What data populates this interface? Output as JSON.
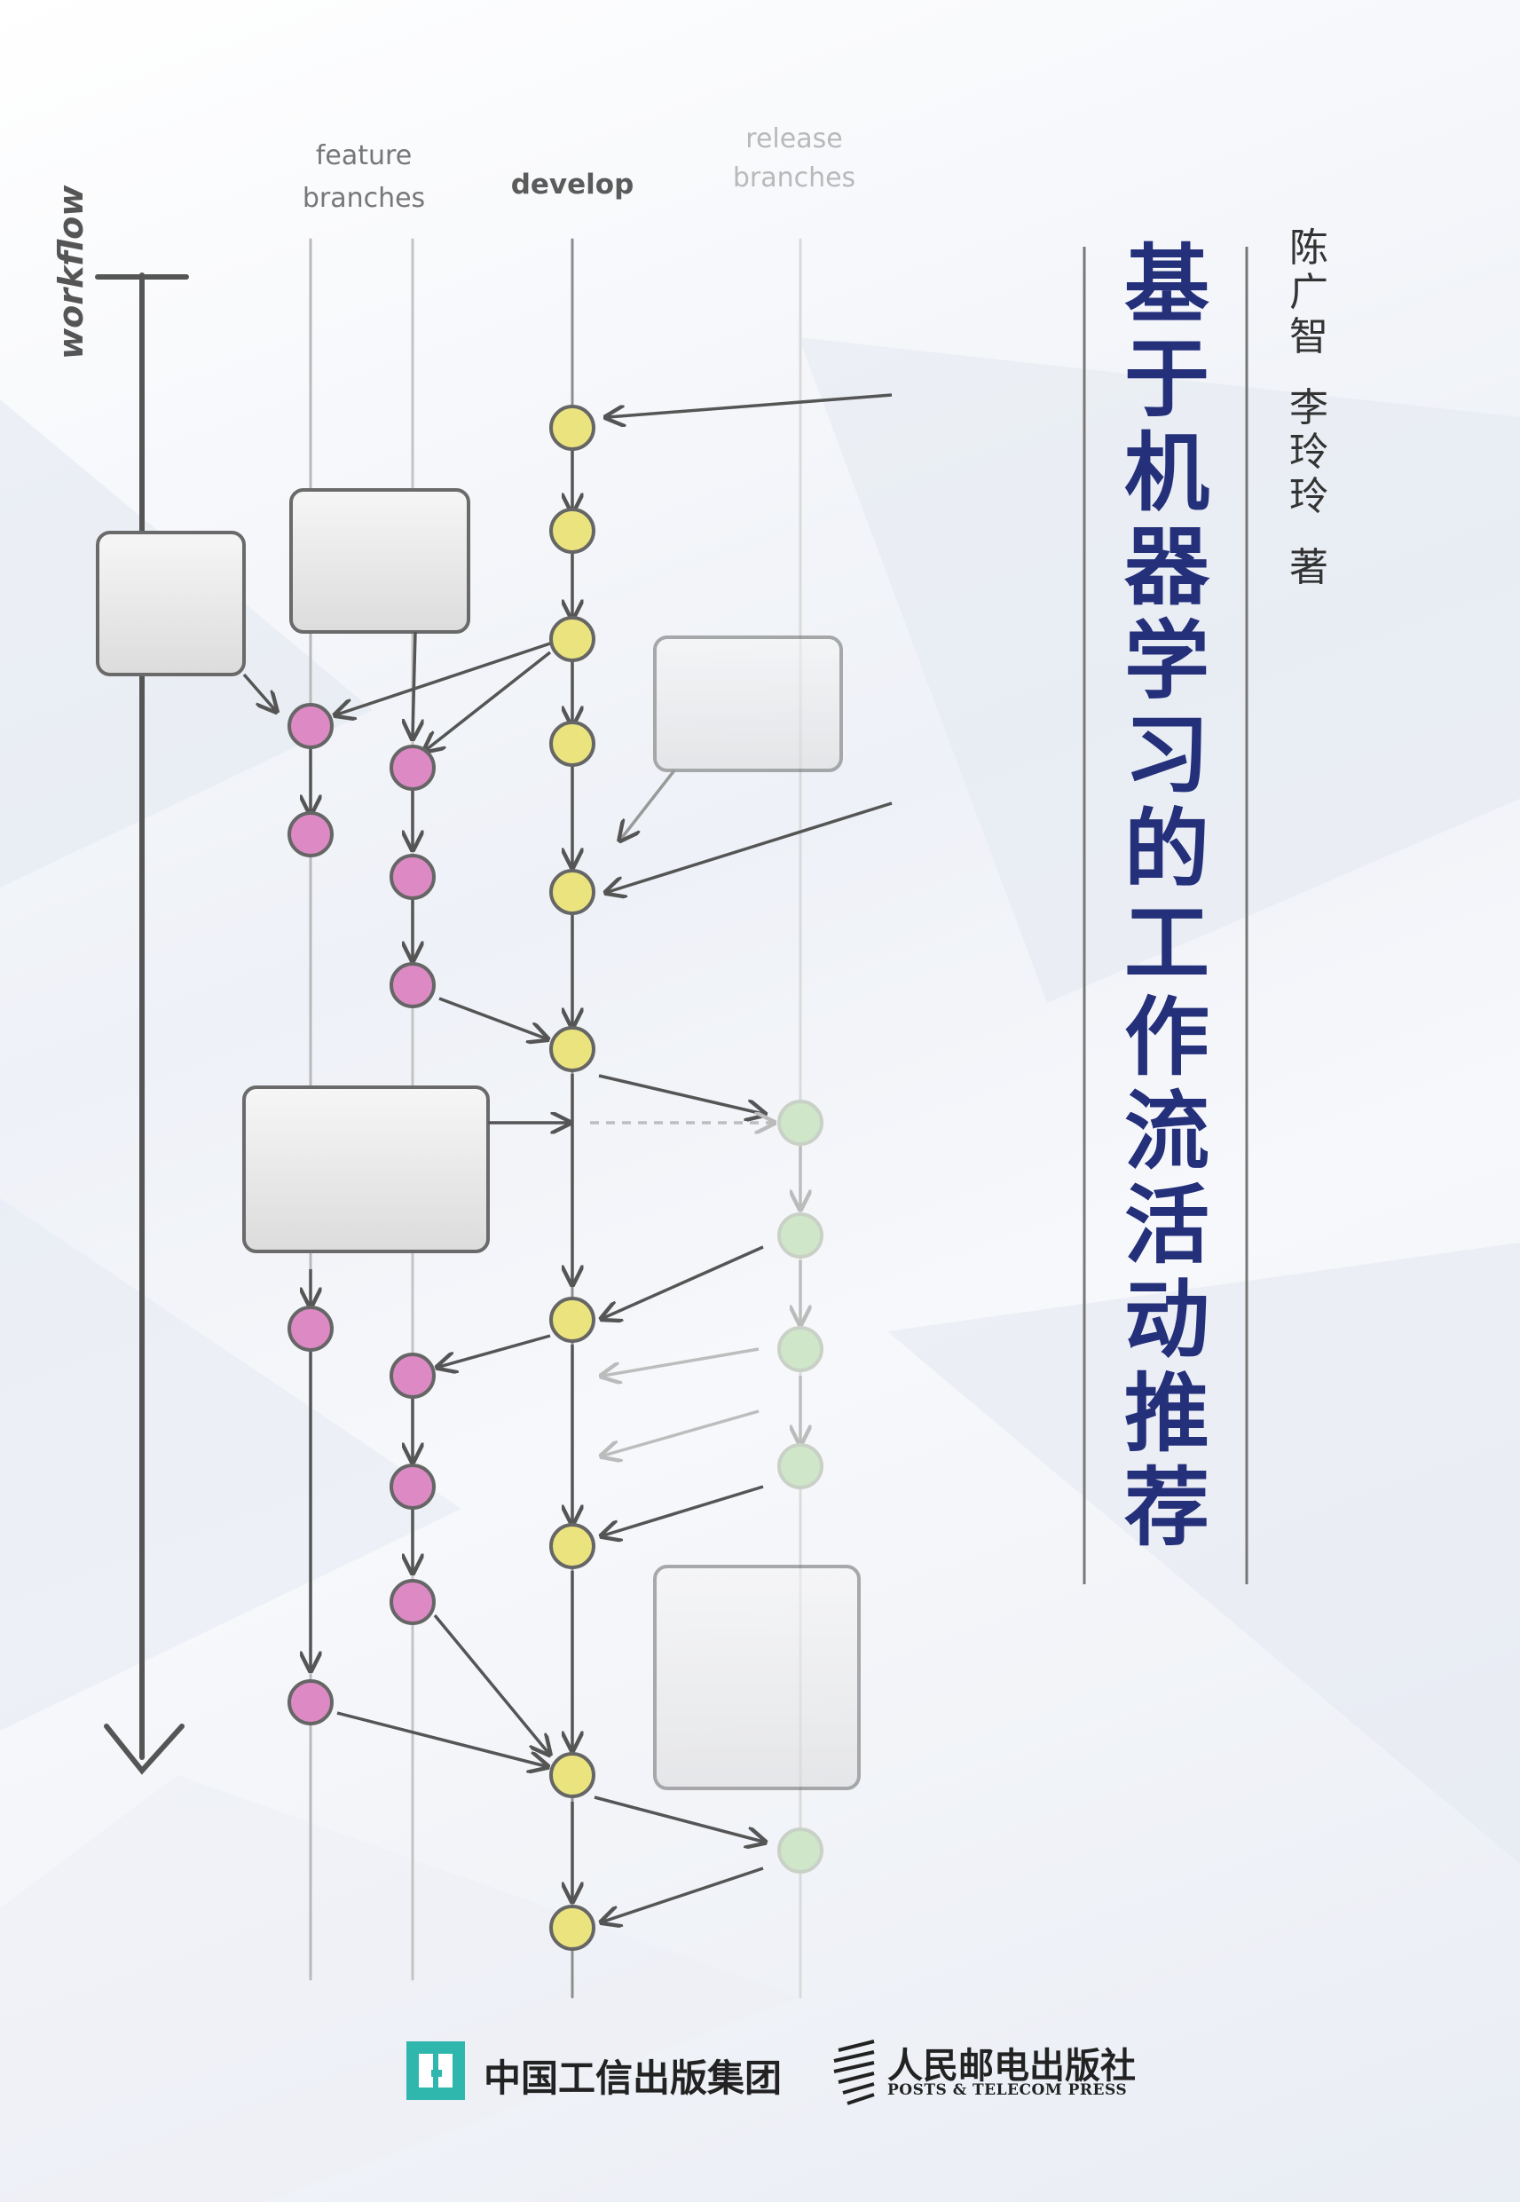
{
  "diagram": {
    "labels": {
      "feature": "feature branches",
      "develop": "develop",
      "release": "release branches",
      "workflow": "workflow"
    }
  },
  "book": {
    "title_chars": [
      "基",
      "于",
      "机",
      "器",
      "学",
      "习",
      "的",
      "工",
      "作",
      "流",
      "活",
      "动",
      "推",
      "荐"
    ],
    "author_lines": [
      "陈",
      "广",
      "智",
      "",
      "李",
      "玲",
      "玲",
      "",
      "著"
    ]
  },
  "publishers": {
    "group_name": "中国工信出版集团",
    "press_name": "人民邮电出版社",
    "press_name_en": "POSTS & TELECOM PRESS"
  },
  "colors": {
    "title": "#24307a",
    "feature_node": "#dd8ac4",
    "develop_node": "#ebe47e",
    "release_node": "#cfe6c9"
  }
}
